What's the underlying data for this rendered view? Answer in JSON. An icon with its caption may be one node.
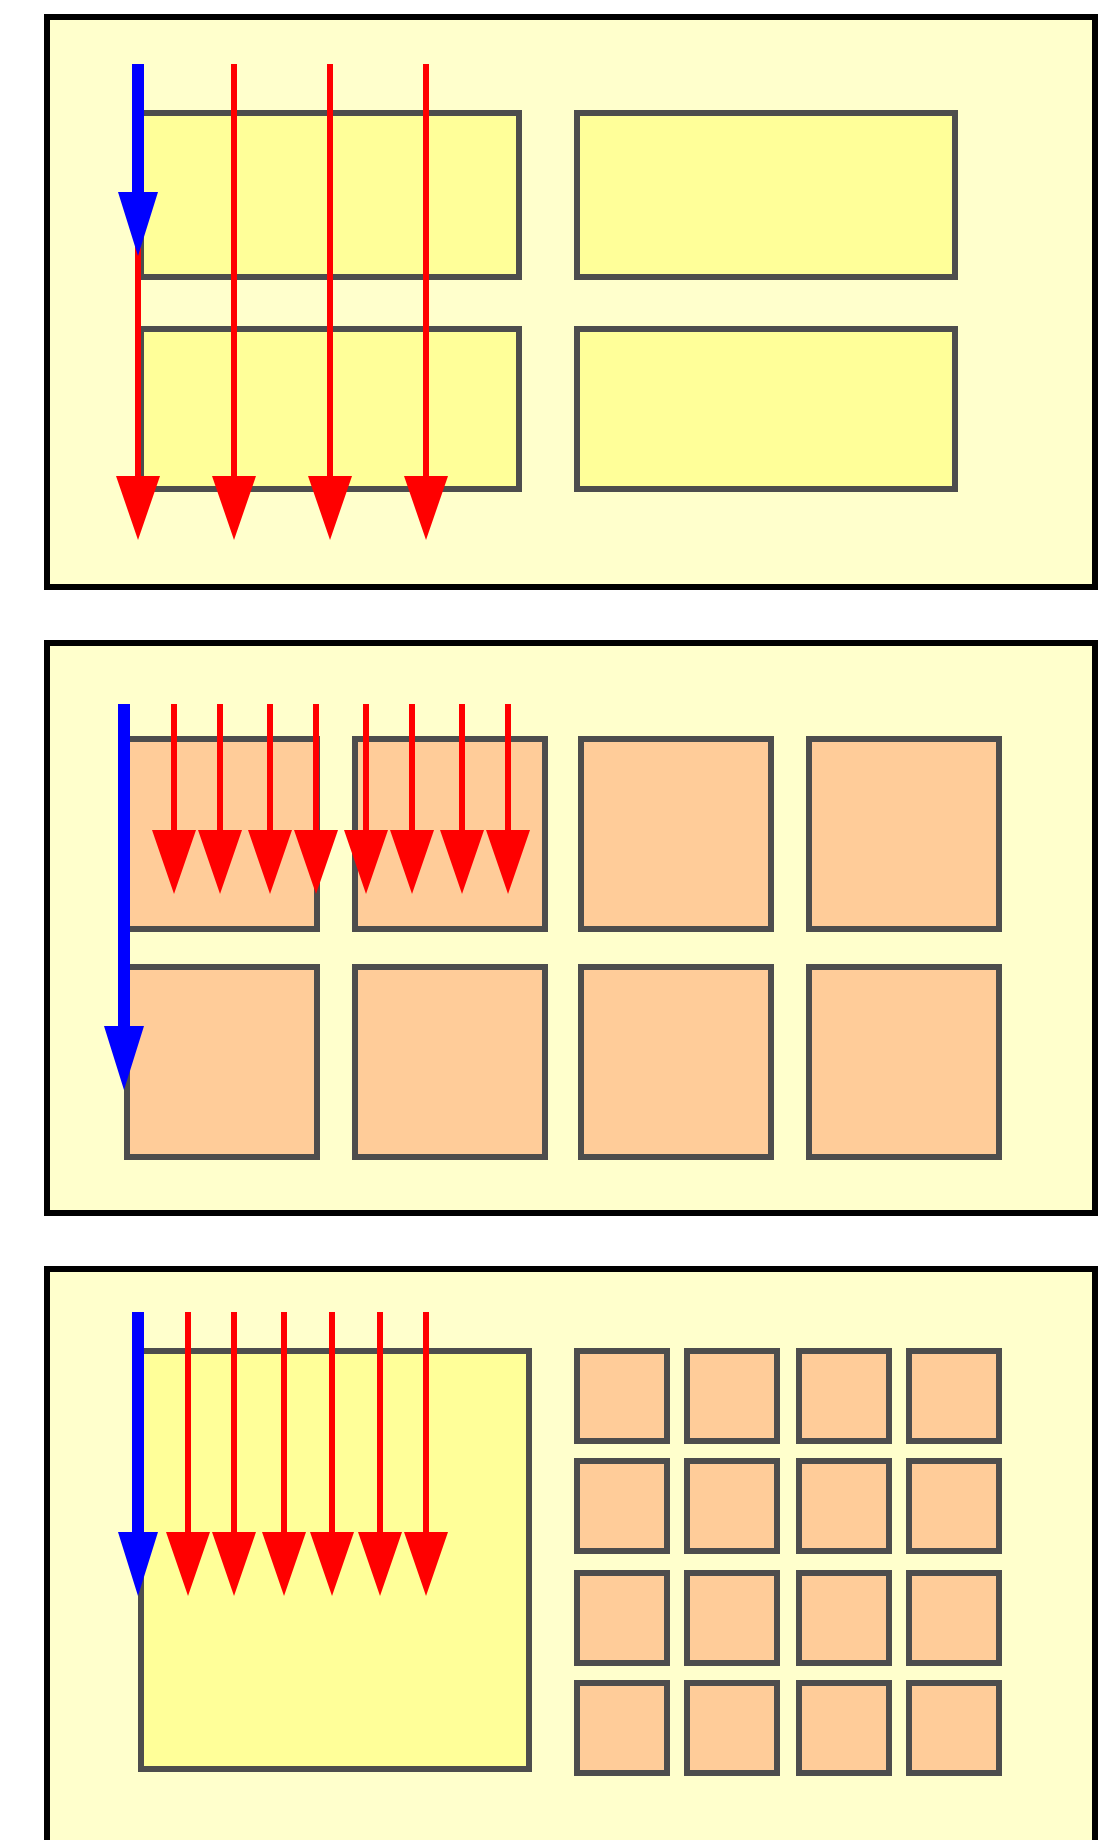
{
  "diagram": {
    "nodes": [
      {
        "text": [],
        "shape": "box"
      },
      {
        "text": [],
        "shape": "box",
        "in": 0
      },
      {
        "text": [],
        "shape": "box",
        "in": 0
      },
      {
        "text": [],
        "shape": "box",
        "in": 0
      },
      {
        "text": [],
        "shape": "box",
        "in": 0
      },
      {
        "text": [],
        "shape": "box"
      },
      {
        "text": [],
        "shape": "box",
        "in": 5
      },
      {
        "text": [],
        "shape": "box",
        "in": 5
      },
      {
        "text": [],
        "shape": "box",
        "in": 5
      },
      {
        "text": [],
        "shape": "box",
        "in": 5
      },
      {
        "text": [],
        "shape": "box",
        "in": 5
      },
      {
        "text": [],
        "shape": "box",
        "in": 5
      },
      {
        "text": [],
        "shape": "box",
        "in": 5
      },
      {
        "text": [],
        "shape": "box",
        "in": 5
      },
      {
        "text": [],
        "shape": "box"
      },
      {
        "text": [],
        "shape": "box",
        "in": 14
      },
      {
        "text": [],
        "shape": "box",
        "in": 14
      },
      {
        "text": [],
        "shape": "box",
        "in": 14
      },
      {
        "text": [],
        "shape": "box",
        "in": 14
      },
      {
        "text": [],
        "shape": "box",
        "in": 14
      },
      {
        "text": [],
        "shape": "box",
        "in": 14
      },
      {
        "text": [],
        "shape": "box",
        "in": 14
      },
      {
        "text": [],
        "shape": "box",
        "in": 14
      },
      {
        "text": [],
        "shape": "box",
        "in": 14
      },
      {
        "text": [],
        "shape": "box",
        "in": 14
      },
      {
        "text": [],
        "shape": "box",
        "in": 14
      },
      {
        "text": [],
        "shape": "box",
        "in": 14
      },
      {
        "text": [],
        "shape": "box",
        "in": 14
      },
      {
        "text": [],
        "shape": "box",
        "in": 14
      },
      {
        "text": [],
        "shape": "box",
        "in": 14
      },
      {
        "text": [],
        "shape": "box",
        "in": 14
      },
      {
        "text": [],
        "shape": "box",
        "in": 14
      }
    ],
    "edges": []
  }
}
